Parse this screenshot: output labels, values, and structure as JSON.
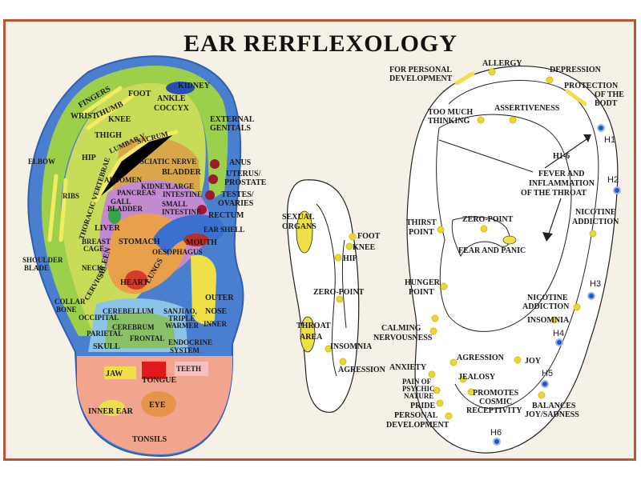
{
  "title": "EAR RERFLEXOLOGY",
  "colors": {
    "border": "#b8563a",
    "card": "#f6f1e6",
    "ear_outline": "#4a7fd0",
    "point_yellow": "#e8d63a",
    "point_blue": "#2255c8",
    "lobe_pink": "#f2a58e"
  },
  "left_ear": {
    "labels": {
      "fingers": "FINGERS",
      "wrist": "WRIST",
      "thumb": "THUMB",
      "foot": "FOOT",
      "kidney": "KIDNEY",
      "ankle": "ANKLE",
      "coccyx": "COCCYX",
      "knee": "KNEE",
      "thigh": "THIGH",
      "ext_gen_1": "EXTERNAL",
      "ext_gen_2": "GENITALS",
      "lumbar": "LUMBAR V.",
      "sacrum": "SACRUM",
      "hip": "HIP",
      "sciatic": "SCIATIC NERVE",
      "anus": "ANUS",
      "elbow": "ELBOW",
      "bladder": "BLADDER",
      "uterus": "UTERUS/",
      "prostate": "PROSTATE",
      "abdomen": "ABDOMEN",
      "kidney2": "KIDNEY",
      "large_int": "LARGE",
      "intestine": "INTESTINE",
      "testes": "TESTES/",
      "ovaries": "OVARIES",
      "ribs": "RIBS",
      "pancreas": "PANCREAS",
      "gall": "GALL",
      "bladder2": "BLADDER",
      "small": "SMALL",
      "intestine2": "INTESTINE",
      "rectum": "RECTUM",
      "thoracic": "THORACIC VERTEBRAE",
      "ear_shell": "EAR SHELL",
      "liver": "LIVER",
      "breast": "BREAST",
      "cage": "CAGE",
      "stomach": "STOMACH",
      "mouth": "MOUTH",
      "shoulder": "SHOULDER",
      "blade": "BLADE",
      "neck": "NECK",
      "oesophagus": "OESOPHAGUS",
      "spleen": "SPLEEN",
      "heart": "HEART",
      "lungs": "LUNGS",
      "cervical": "CERVICAL",
      "outer": "OUTER",
      "nose": "NOSE",
      "collar": "COLLAR",
      "bone": "BONE",
      "cerebellum": "CEREBELLUM",
      "occipital": "OCCIPITAL",
      "sanjiao": "SANJIAO,",
      "triple": "TRIPLE",
      "warmer": "WARMER",
      "inner": "INNER",
      "parietal": "PARIETAL",
      "cerebrum": "CEREBRUM",
      "skull": "SKULL",
      "frontal": "FRONTAL",
      "endocrine": "ENDOCRINE",
      "system": "SYSTEM",
      "jaw": "JAW",
      "teeth": "TEETH",
      "tongue": "TONGUE",
      "inner_ear": "INNER EAR",
      "eye": "EYE",
      "tonsils": "TONSILS"
    }
  },
  "middle_ear": {
    "labels": {
      "sexual": "SEXUAL",
      "organs": "ORGANS",
      "foot": "FOOT",
      "knee": "KNEE",
      "hip": "HIP",
      "zero_point": "ZERO-POINT",
      "throat": "THROAT",
      "area": "AREA",
      "insomnia": "INSOMNIA",
      "agression": "AGRESSION"
    }
  },
  "right_ear": {
    "labels": {
      "personal_dev_1": "FOR PERSONAL",
      "personal_dev_2": "DEVELOPMENT",
      "allergy": "ALLERGY",
      "depression": "DEPRESSION",
      "protection_1": "PROTECTION",
      "protection_2": "OF THE",
      "protection_3": "BODT",
      "too_much_1": "TOO MUCH",
      "too_much_2": "THINKING",
      "assertiveness": "ASSERTIVENESS",
      "h1": "H1",
      "h1_6": "H1-6",
      "fever_1": "FEVER AND",
      "fever_2": "INFLAMMATION",
      "fever_3": "OF THE THROAT",
      "h2": "H2",
      "thirst_1": "THIRST",
      "thirst_2": "POINT",
      "zero_point": "ZERO-POINT",
      "nicotine_1": "NICOTINE",
      "nicotine_2": "ADDICTION",
      "fear_panic": "FEAR AND PANIC",
      "hunger_1": "HUNGER",
      "hunger_2": "POINT",
      "h3": "H3",
      "nicotine2_1": "NICOTINE",
      "nicotine2_2": "ADDICTION",
      "insomnia": "INSOMNIA",
      "calming_1": "CALMING",
      "calming_2": "NERVOUSNESS",
      "h4": "H4",
      "agression": "AGRESSION",
      "joy": "JOY",
      "anxiety": "ANXIETY",
      "jealosy": "JEALOSY",
      "h5": "H5",
      "pain_1": "PAIN OF",
      "pain_2": "PSYCHIC",
      "pain_3": "NATURE",
      "promotes_1": "PROMOTES",
      "promotes_2": "COSMIC",
      "promotes_3": "RECEPTIVITY",
      "balances_1": "BALANCES",
      "balances_2": "JOY/SADNESS",
      "pride": "PRIDE",
      "personal2_1": "PERSONAL",
      "personal2_2": "DEVELOPMENT",
      "h6": "H6"
    }
  }
}
